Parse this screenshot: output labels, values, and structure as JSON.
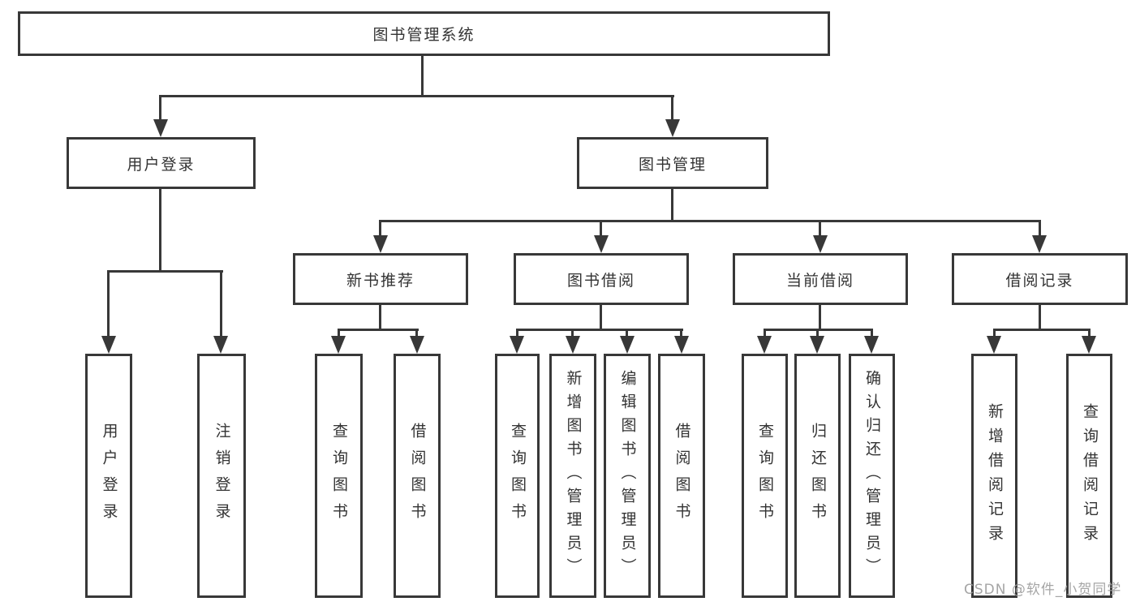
{
  "colors": {
    "line": "#383838",
    "text": "#333333",
    "watermark": "#9e9e9e",
    "background": "#ffffff"
  },
  "watermark": "CSDN @软件_小贺同学",
  "tree": {
    "label": "图书管理系统",
    "children": [
      {
        "label": "用户登录",
        "children": [
          {
            "label": "用户登录"
          },
          {
            "label": "注销登录"
          }
        ]
      },
      {
        "label": "图书管理",
        "children": [
          {
            "label": "新书推荐",
            "children": [
              {
                "label": "查询图书"
              },
              {
                "label": "借阅图书"
              }
            ]
          },
          {
            "label": "图书借阅",
            "children": [
              {
                "label": "查询图书"
              },
              {
                "label": "新增图书（管理员）"
              },
              {
                "label": "编辑图书（管理员）"
              },
              {
                "label": "借阅图书"
              }
            ]
          },
          {
            "label": "当前借阅",
            "children": [
              {
                "label": "查询图书"
              },
              {
                "label": "归还图书"
              },
              {
                "label": "确认归还（管理员）"
              }
            ]
          },
          {
            "label": "借阅记录",
            "children": [
              {
                "label": "新增借阅记录"
              },
              {
                "label": "查询借阅记录"
              }
            ]
          }
        ]
      }
    ]
  }
}
